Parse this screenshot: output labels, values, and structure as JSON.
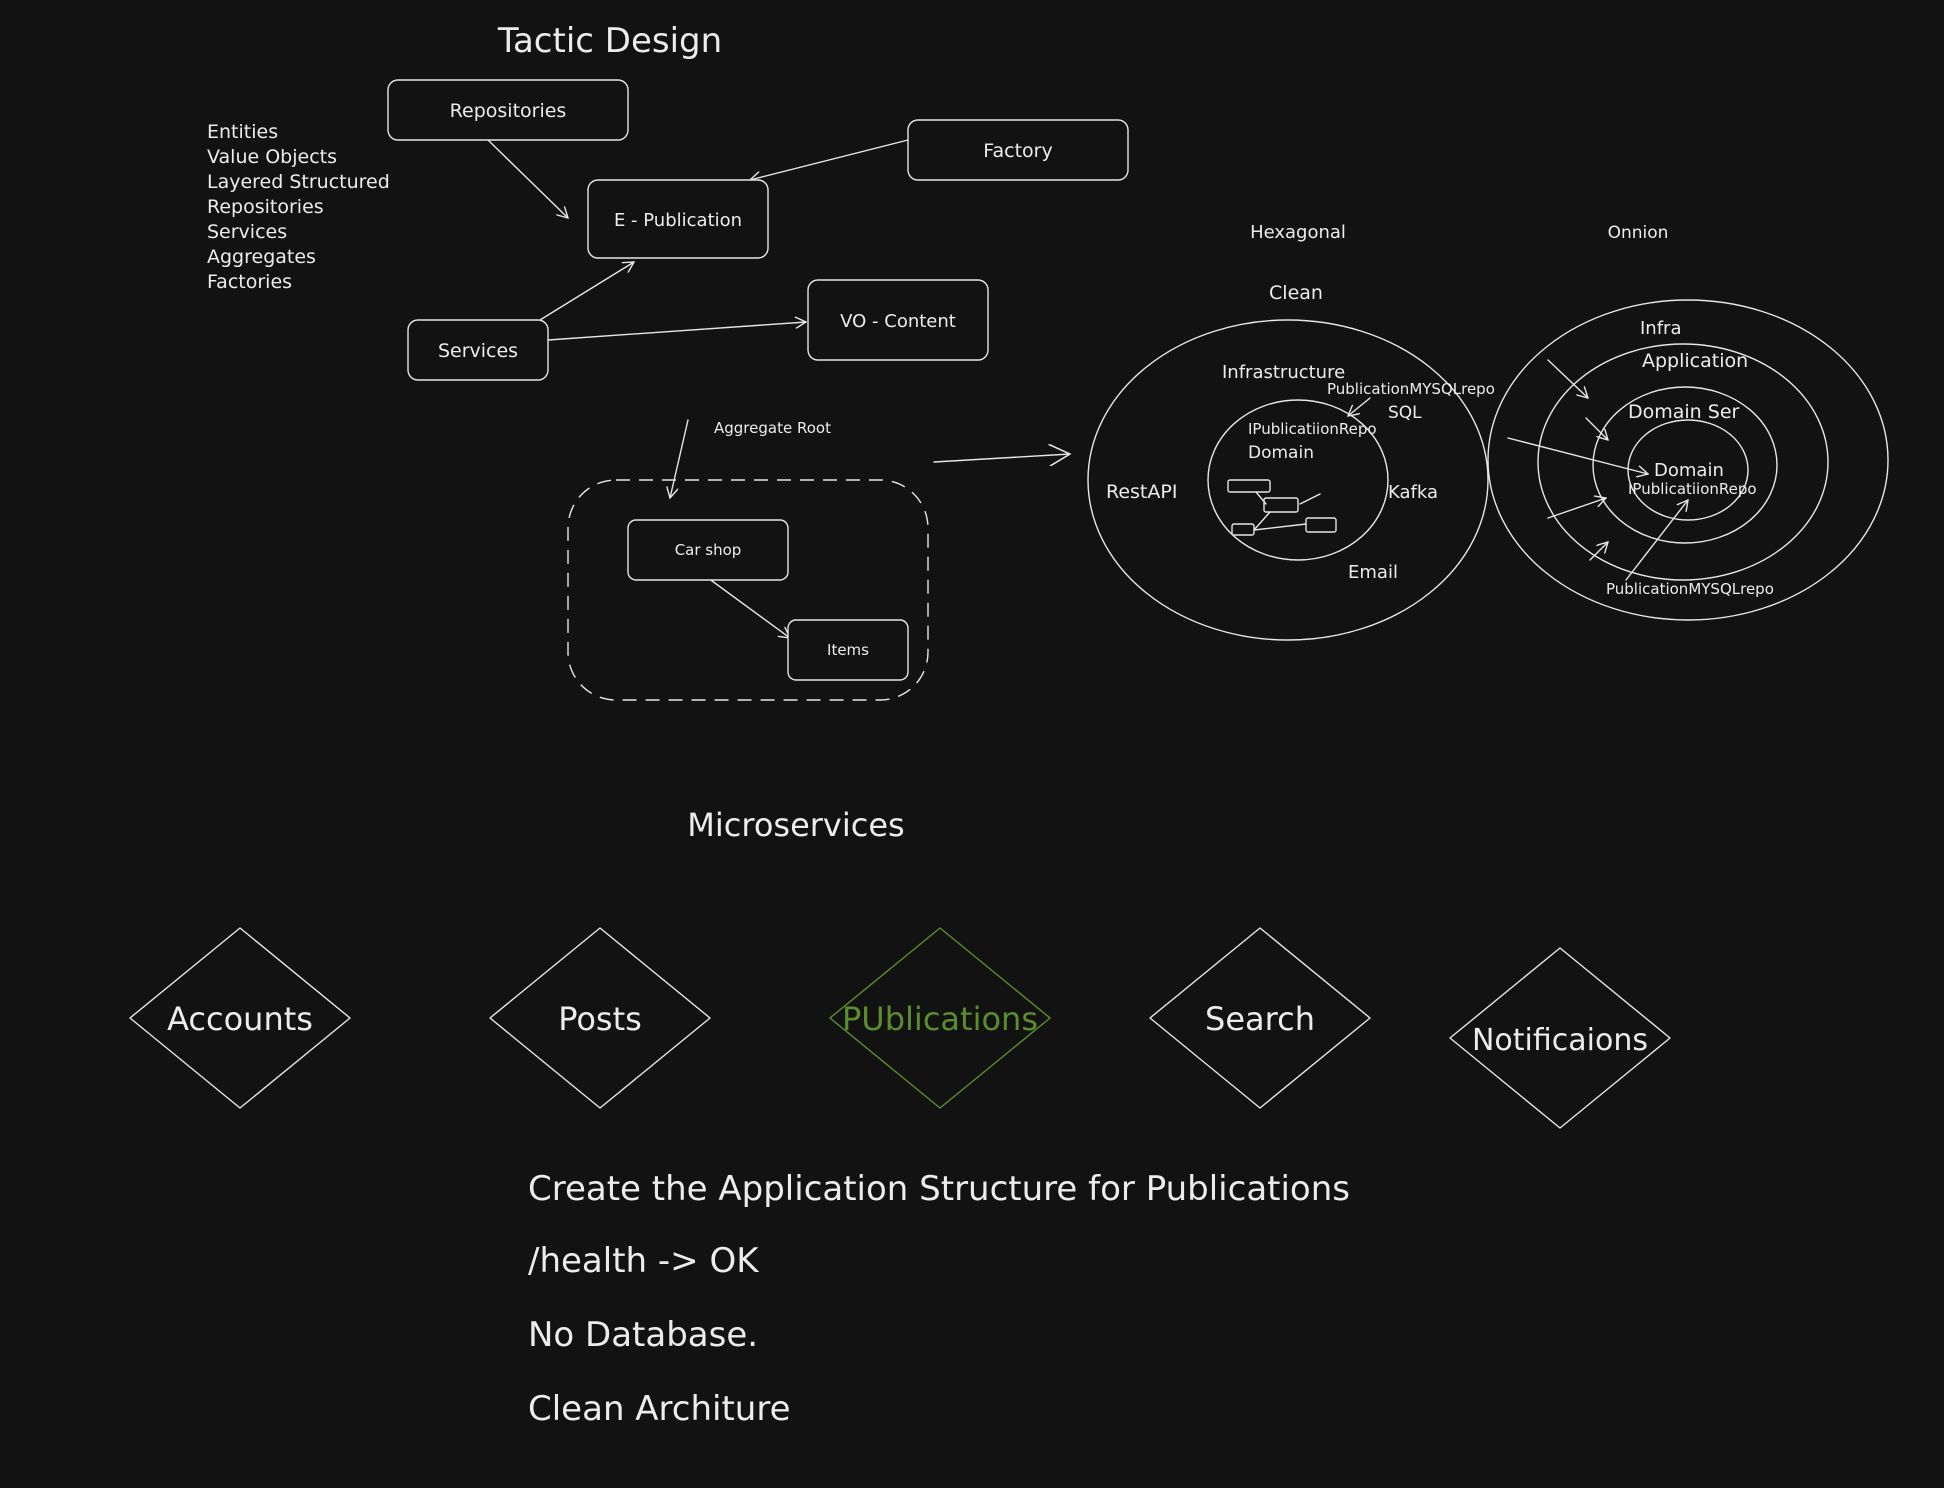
{
  "title": "Tactic Design",
  "concept_list": [
    "Entities",
    "Value Objects",
    "Layered Structured",
    "Repositories",
    "Services",
    "Aggregates",
    "Factories"
  ],
  "boxes": {
    "repositories": "Repositories",
    "factory": "Factory",
    "e_publication": "E - Publication",
    "services": "Services",
    "vo_content": "VO - Content"
  },
  "aggregate": {
    "label": "Aggregate Root",
    "car_shop": "Car shop",
    "items": "Items"
  },
  "architectures": {
    "hexagonal": "Hexagonal",
    "onion": "Onnion",
    "clean": "Clean"
  },
  "clean_diagram": {
    "infrastructure": "Infrastructure",
    "publication_mysql_repo": "PublicationMYSQLrepo",
    "sql": "SQL",
    "ipublication_repo": "IPublicatiionRepo",
    "domain": "Domain",
    "rest_api": "RestAPI",
    "kafka": "Kafka",
    "email": "Email"
  },
  "onion_diagram": {
    "infra": "Infra",
    "application": "Application",
    "domain_ser": "Domain Ser",
    "domain": "Domain",
    "ipublication_repo": "IPublicatiionRepo",
    "publication_mysql_repo": "PublicationMYSQLrepo"
  },
  "microservices": {
    "title": "Microservices",
    "services": [
      "Accounts",
      "Posts",
      "PUblications",
      "Search",
      "Notificaions"
    ],
    "highlight_color": "#5b8c2e"
  },
  "notes": [
    "Create the Application Structure for Publications",
    "/health -> OK",
    "No Database.",
    "Clean Architure"
  ]
}
